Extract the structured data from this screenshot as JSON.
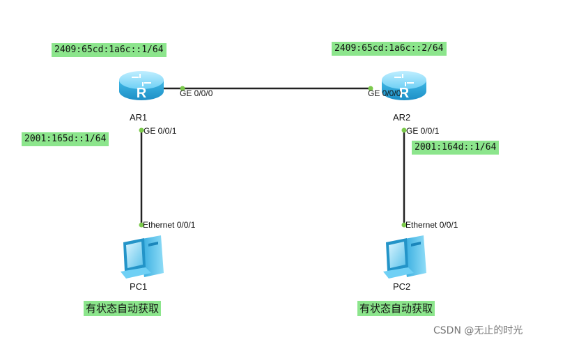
{
  "routers": {
    "ar1": {
      "name": "AR1",
      "address": "2409:65cd:1a6c::1/64",
      "lan_address": "2001:165d::1/64",
      "port_wan": "GE 0/0/0",
      "port_lan": "GE 0/0/1"
    },
    "ar2": {
      "name": "AR2",
      "address": "2409:65cd:1a6c::2/64",
      "lan_address": "2001:164d::1/64",
      "port_wan": "GE 0/0/0",
      "port_lan": "GE 0/0/1"
    }
  },
  "pcs": {
    "pc1": {
      "name": "PC1",
      "port": "Ethernet 0/0/1",
      "note": "有状态自动获取"
    },
    "pc2": {
      "name": "PC2",
      "port": "Ethernet 0/0/1",
      "note": "有状态自动获取"
    }
  },
  "router_icon_letter": "R",
  "icons": {
    "router": "router-icon",
    "pc": "pc-icon"
  },
  "colors": {
    "label_bg": "#8ce58c",
    "link": "#222222",
    "port_dot": "#7cc94c",
    "router_body": "#3fb8e6"
  },
  "watermark": "CSDN @无止的时光"
}
